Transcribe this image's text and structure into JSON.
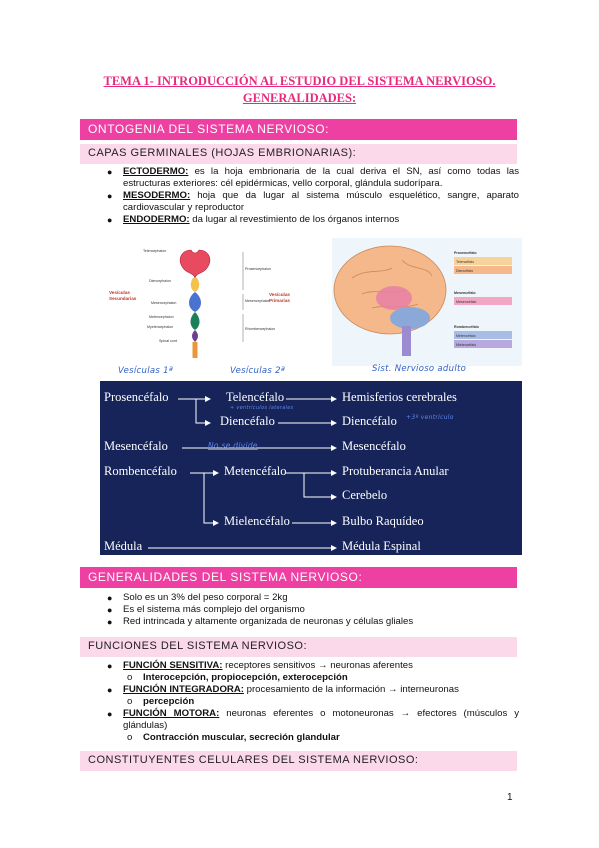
{
  "title": {
    "line1": "TEMA 1- INTRODUCCIÓN AL ESTUDIO DEL SISTEMA NERVIOSO.",
    "line2": "GENERALIDADES:"
  },
  "sections": {
    "ontogenia": "ONTOGENIA DEL SISTEMA NERVIOSO:",
    "capas": "CAPAS GERMINALES (HOJAS EMBRIONARIAS):",
    "generalidades": "GENERALIDADES DEL SISTEMA NERVIOSO:",
    "funciones": "FUNCIONES DEL SISTEMA NERVIOSO:",
    "constituyentes": "CONSTITUYENTES CELULARES DEL SISTEMA NERVIOSO:"
  },
  "capas_list": [
    {
      "label": "ECTODERMO:",
      "text": " es la hoja embrionaria de la cual deriva el SN, así como todas las estructuras exteriores: cél epidérmicas, vello corporal, glándula sudorípara."
    },
    {
      "label": "MESODERMO:",
      "text": " hoja que da lugar al sistema músculo esquelético, sangre, aparato cardiovascular y reproductor"
    },
    {
      "label": "ENDODERMO:",
      "text": " da lugar al revestimiento de los órganos internos"
    }
  ],
  "generalidades_list": [
    "Solo es un 3% del peso corporal = 2kg",
    "Es el sistema más complejo del organismo",
    "Red intrincada y altamente organizada de neuronas y células gliales"
  ],
  "funciones": [
    {
      "label": "FUNCIÓN SENSITIVA:",
      "text": " receptores sensitivos → neuronas aferentes",
      "sub": "Interocepción, propiocepción, exterocepción"
    },
    {
      "label": "FUNCIÓN INTEGRADORA:",
      "text": " procesamiento de la información → interneuronas",
      "sub": "percepción"
    },
    {
      "label": "FUNCIÓN MOTORA:",
      "text": " neuronas eferentes o motoneuronas → efectores (músculos y glándulas)",
      "sub": "Contracción muscular, secreción glandular"
    }
  ],
  "figure_left": {
    "labels": {
      "telencephalon": "Telencephalon",
      "diencephalon": "Diencephalon",
      "mesencephalon": "Mesencephalon",
      "metencephalon": "Metencephalon",
      "myelencephalon": "Myelencephalon",
      "spinal_cord": "Spinal cord",
      "prosencephalon": "Prosencephalon",
      "mesencephalon_r": "Mesencephalon",
      "rhombencephalon": "Rhombencephalon",
      "vesiculas_sec": "Vesículas\nSecundarias",
      "vesiculas_prim": "Vesículas\nPrimarias"
    }
  },
  "figure_right": {
    "labels": {
      "prosencefalo": "Prosencéfalo",
      "telencefalo": "Telencéfalo",
      "diencefalo": "Diencéfalo",
      "mesencefalo": "Mesencéfalo",
      "mesencefalo2": "Mesencéfalo",
      "rombencefalo": "Rombencéfalo",
      "metencefalo": "Metencéfalo",
      "mielencefalo": "Mielencéfalo"
    }
  },
  "handwritten": {
    "vesiculas1": "Vesículas 1ª",
    "vesiculas2": "Vesículas 2ª",
    "sist_nervioso": "Sist. Nervioso adulto",
    "no_se_divide": "No se divide",
    "tercer_ventriculo": "+3º ventrículo",
    "hemisf_note": "+ ventrículos laterales"
  },
  "diagram": {
    "prosencefalo": "Prosencéfalo",
    "telencefalo": "Telencéfalo",
    "hemisferios": "Hemisferios cerebrales",
    "diencefalo": "Diencéfalo",
    "diencefalo2": "Diencéfalo",
    "mesencefalo": "Mesencéfalo",
    "mesencefalo2": "Mesencéfalo",
    "rombencefalo": "Rombencéfalo",
    "metencefalo": "Metencéfalo",
    "protuberancia": "Protuberancia Anular",
    "cerebelo": "Cerebelo",
    "mielencefalo": "Mielencéfalo",
    "bulbo": "Bulbo Raquídeo",
    "medula": "Médula",
    "medula_espinal": "Médula Espinal"
  },
  "page_number": "1",
  "colors": {
    "band": "#ee3fa2",
    "subband": "#fbd8ea",
    "title": "#e8297d",
    "navy": "#16245a"
  }
}
